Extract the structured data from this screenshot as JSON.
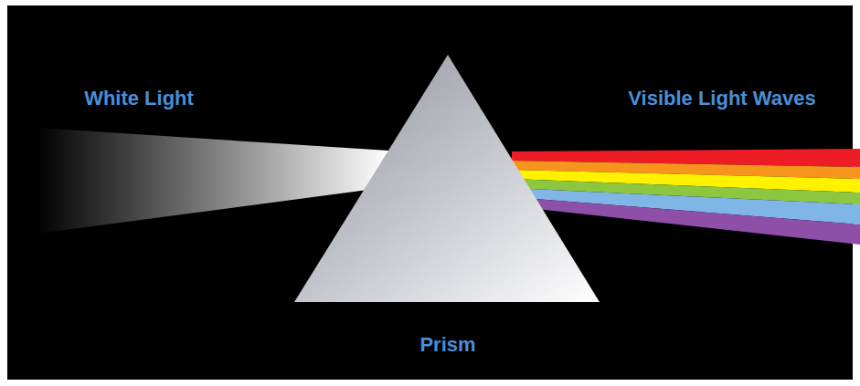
{
  "diagram": {
    "labels": [
      "White Light",
      "Visible Light Waves",
      "Prism"
    ]
  }
}
